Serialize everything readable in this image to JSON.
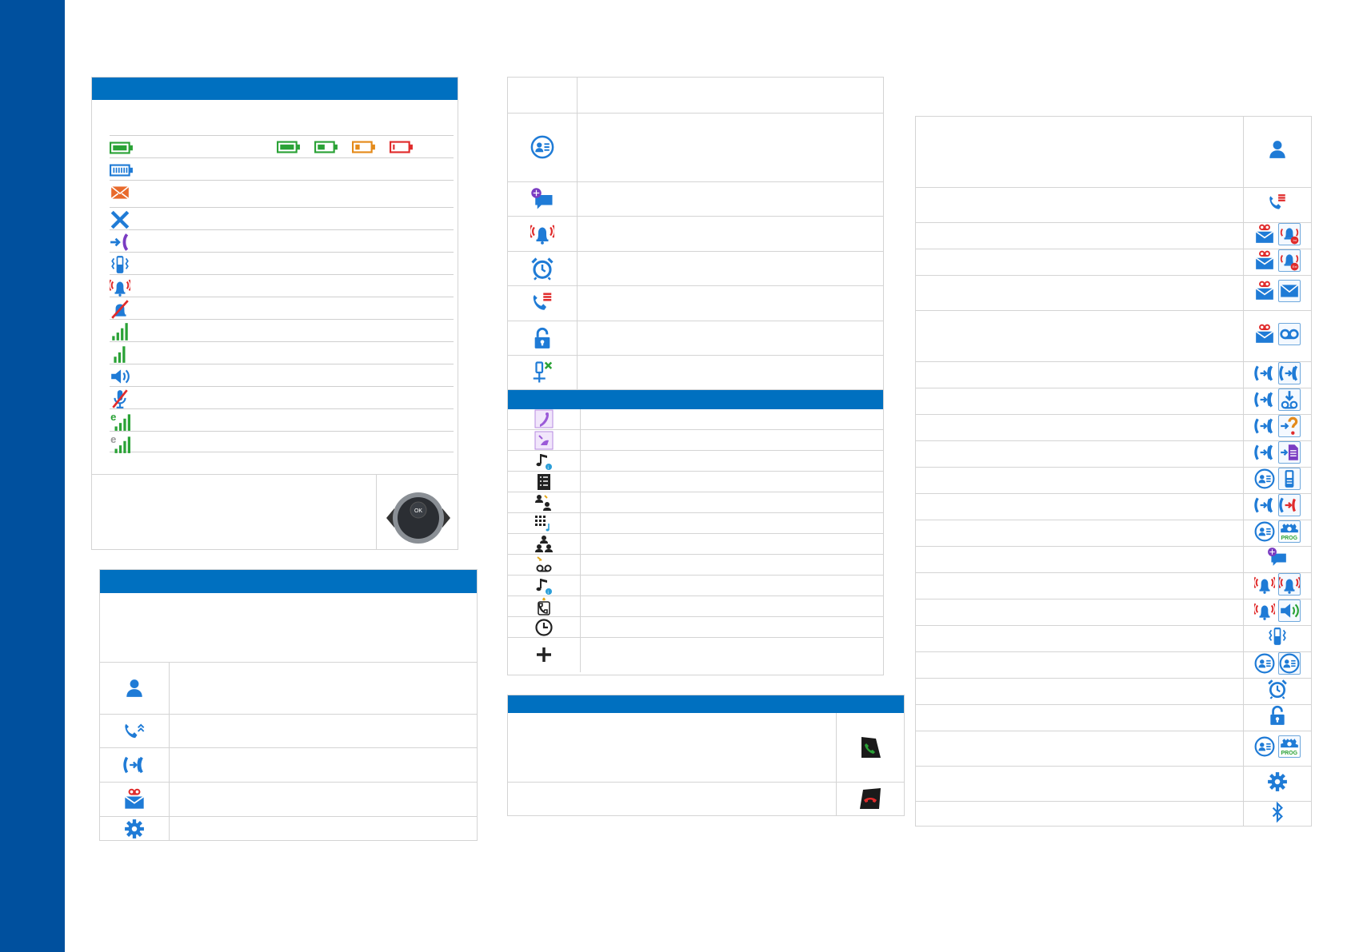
{
  "colors": {
    "sidebar": "#00509e",
    "accent": "#0070c0",
    "icon_blue": "#1f7bd6",
    "green": "#2aa236",
    "orange": "#e48a1a",
    "red": "#e02b2b",
    "purple": "#7a3cc2"
  },
  "status_icons": {
    "rows": [
      {
        "icon": "battery-full-icon"
      },
      {
        "icon": "battery-charging-icon"
      },
      {
        "icon": "envelope-icon"
      },
      {
        "icon": "cross-icon"
      },
      {
        "icon": "call-forward-icon"
      },
      {
        "icon": "vibrate-icon"
      },
      {
        "icon": "alarm-bell-icon"
      },
      {
        "icon": "bell-muted-icon"
      },
      {
        "icon": "signal-full-icon"
      },
      {
        "icon": "signal-low-icon"
      },
      {
        "icon": "speaker-icon"
      },
      {
        "icon": "mic-muted-icon"
      },
      {
        "icon": "eco-signal-icon"
      },
      {
        "icon": "eco-signal-faded-icon"
      }
    ],
    "battery_levels": [
      "full",
      "medium",
      "low",
      "empty"
    ],
    "navigator_label": "OK"
  },
  "menu_icons": {
    "rows": [
      {
        "icon": "contacts-icon"
      },
      {
        "icon": "call-log-icon"
      },
      {
        "icon": "transfer-icon"
      },
      {
        "icon": "voicemail-icon"
      },
      {
        "icon": "settings-icon"
      }
    ]
  },
  "feature_icons": {
    "top_rows": [
      {
        "icon": "blank"
      },
      {
        "icon": "directory-icon"
      },
      {
        "icon": "message-icon"
      },
      {
        "icon": "alarm-bell-icon"
      },
      {
        "icon": "alarm-clock-icon"
      },
      {
        "icon": "call-list-icon"
      },
      {
        "icon": "unlock-icon"
      },
      {
        "icon": "connectivity-icon"
      }
    ],
    "bottom_rows": [
      {
        "icon": "ringer-icon"
      },
      {
        "icon": "ringtone-box-icon"
      },
      {
        "icon": "music-info-icon"
      },
      {
        "icon": "list-icon"
      },
      {
        "icon": "user-transfer-icon"
      },
      {
        "icon": "keypad-music-icon"
      },
      {
        "icon": "group-icon"
      },
      {
        "icon": "voicemail-arrow-icon"
      },
      {
        "icon": "music-info-icon"
      },
      {
        "icon": "ringing-phone-icon"
      },
      {
        "icon": "clock-icon"
      },
      {
        "icon": "plus-icon"
      }
    ]
  },
  "keys": {
    "rows": [
      {
        "icon": "green-key-icon"
      },
      {
        "icon": "red-key-icon"
      }
    ]
  },
  "shortcuts": {
    "rows": [
      {
        "a": "contacts-icon",
        "b": null
      },
      {
        "a": "call-list-icon",
        "b": null
      },
      {
        "a": "voicemail-icon",
        "b": "alarm-int-icon"
      },
      {
        "a": "voicemail-icon",
        "b": "alarm-ext-icon"
      },
      {
        "a": "voicemail-icon",
        "b": "envelope-icon"
      },
      {
        "a": "voicemail-icon",
        "b": "voicemail-tape-icon"
      },
      {
        "a": "transfer-icon",
        "b": "transfer-icon"
      },
      {
        "a": "transfer-icon",
        "b": "download-icon"
      },
      {
        "a": "transfer-icon",
        "b": "question-icon"
      },
      {
        "a": "transfer-icon",
        "b": "document-icon"
      },
      {
        "a": "directory-icon",
        "b": "handset-icon"
      },
      {
        "a": "transfer-icon",
        "b": "transfer-red-icon"
      },
      {
        "a": "directory-icon",
        "b": "prog-icon"
      },
      {
        "a": "message-icon",
        "b": null
      },
      {
        "a": "alarm-bell-icon",
        "b": "alarm-bell-icon"
      },
      {
        "a": "alarm-bell-icon",
        "b": "speaker-icon"
      },
      {
        "a": "vibrate-icon",
        "b": null
      },
      {
        "a": "directory-icon",
        "b": "directory-icon"
      },
      {
        "a": "alarm-clock-icon",
        "b": null
      },
      {
        "a": "unlock-icon",
        "b": null
      },
      {
        "a": "directory-icon",
        "b": "prog-icon"
      },
      {
        "a": "settings-icon",
        "b": null
      },
      {
        "a": "bluetooth-icon",
        "b": null
      }
    ],
    "prog_label": "PROG",
    "int_label": "Int",
    "ext_label": "Ext"
  }
}
